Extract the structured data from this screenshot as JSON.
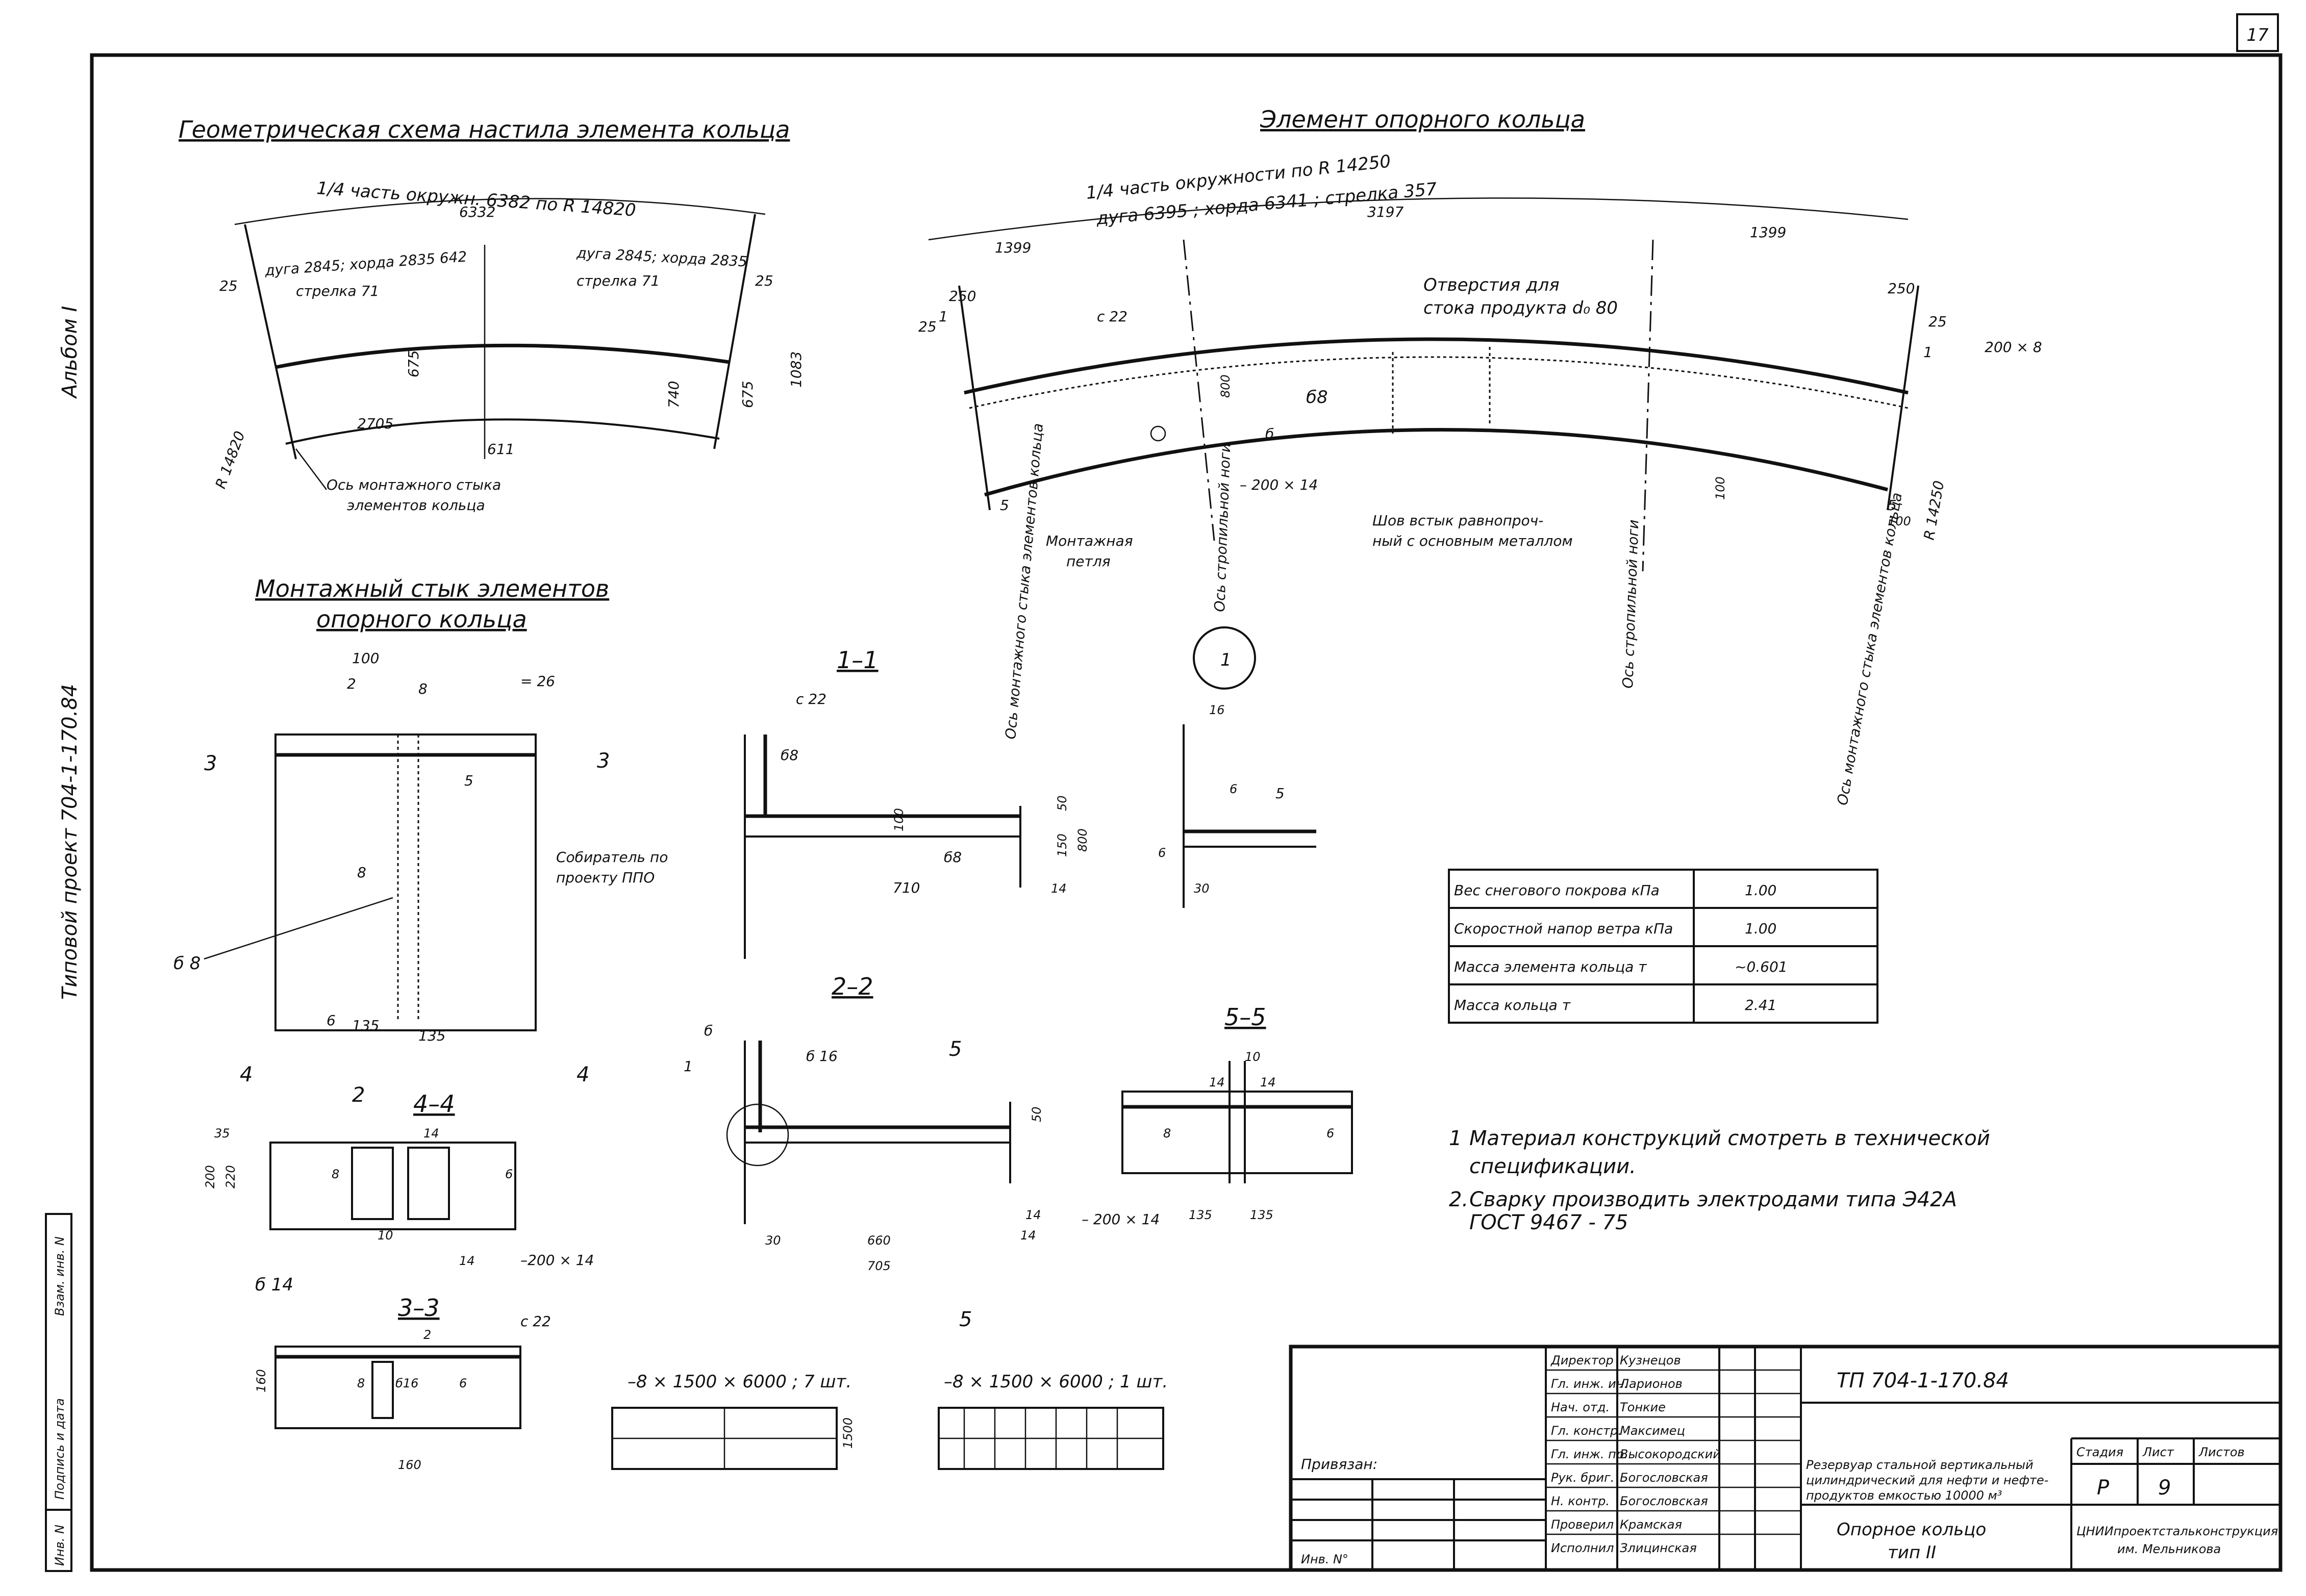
{
  "sheet_number": "17",
  "left_margin": {
    "album": "Альбом I",
    "project": "Типовой проект 704-1-170.84"
  },
  "left_strip": {
    "field_top": "Подпись и дата",
    "field_mid": "Взам. инв. N",
    "field_bottom": "Инв. N"
  },
  "geometric_scheme": {
    "title": "Геометрическая схема настила элемента кольца",
    "arc_label": "1/4 часть окружн. 6382 по R 14820",
    "dim_top": "6332",
    "arc_left": "дуга 2845; хорда 2835 642",
    "sag_left": "стрелка 71",
    "arc_right": "дуга 2845; хорда 2835",
    "sag_right": "стрелка 71",
    "dim_25_left": "25",
    "dim_25_right": "25",
    "dim_675_left": "675",
    "dim_740": "740",
    "dim_675_right": "675",
    "dim_1083": "1083",
    "dim_2705": "2705",
    "dim_611": "611",
    "radius": "R 14820",
    "axis_note_1": "Ось монтажного стыка",
    "axis_note_2": "элементов кольца"
  },
  "ring_element": {
    "title": "Элемент опорного кольца",
    "arc_label": "1/4 часть окружности по R 14250",
    "arc_values": "дуга 6395 ; хорда 6341 ;  стрелка 357",
    "dim_3197": "3197",
    "dim_1399_left": "1399",
    "dim_1399_right": "1399",
    "dim_250_left": "250",
    "dim_250_right": "250",
    "dim_25_left": "25",
    "dim_25_right": "25",
    "holes_1": "Отверстия для",
    "holes_2": "стока продукта d₀ 80",
    "c22": "с 22",
    "s8": "б8",
    "s6": "б",
    "plate_200x8": "200 × 8",
    "plate_200x14": "– 200 × 14",
    "dim_800": "800",
    "dim_100_a": "100",
    "dim_100_b": "100",
    "radius": "R 14250",
    "label_1": "1",
    "label_1b": "1",
    "label_5": "5",
    "label_5b": "5",
    "weld_1": "Шов встык равнопроч-",
    "weld_2": "ный с основным металлом",
    "loop_1": "Монтажная",
    "loop_2": "петля",
    "axis_mount_left": "Ось монтажного стыка элементов кольца",
    "axis_rafter_1": "Ось стропильной ноги",
    "axis_rafter_2": "Ось стропильной ноги",
    "axis_mount_right": "Ось монтажного стыка элементов кольца",
    "node_mark": "1"
  },
  "joint": {
    "title_1": "Монтажный стык элементов",
    "title_2": "опорного кольца",
    "dim_100": "100",
    "sec_2_top": "2",
    "sec_8": "8",
    "sec_3_left": "3",
    "sec_3_right": "3",
    "plate_26": "= 26",
    "label_5": "5",
    "weld_8": "8",
    "label_b8": "б 8",
    "dim_135_a": "135",
    "dim_135_b": "135",
    "sec_4_left": "4",
    "sec_4_right": "4",
    "sec_2_bottom": "2",
    "label_6": "6",
    "collector_1": "Собиратель по",
    "collector_2": "проекту ППО"
  },
  "section_11": {
    "title": "1–1",
    "c22": "с 22",
    "b8": "б8",
    "b8b": "б8",
    "dim_710": "710",
    "dim_100": "100",
    "dim_150": "150",
    "dim_800": "800",
    "dim_50": "50",
    "dim_14": "14"
  },
  "section_44": {
    "title": "4–4",
    "dim_14_top": "14",
    "dim_35": "35",
    "dim_200": "200",
    "dim_220": "220",
    "dim_10": "10",
    "dim_14_b": "14",
    "plate": "–200 × 14",
    "b14": "б 14",
    "w8": "8",
    "w6": "6"
  },
  "section_33": {
    "title": "3–3",
    "dim_2": "2",
    "c22": "с 22",
    "dim_160_v": "160",
    "dim_160_h": "160",
    "b16": "б16",
    "w8": "8",
    "w6": "6"
  },
  "section_22": {
    "title": "2–2",
    "b6": "б",
    "b16": "б 16",
    "label_1": "1",
    "label_5": "5",
    "label_5b": "5",
    "dim_30": "30",
    "dim_660": "660",
    "dim_705": "705",
    "dim_14_a": "14",
    "dim_14_b": "14",
    "dim_50": "50"
  },
  "node_1": {
    "dim_16": "16",
    "dim_6": "6",
    "dim_5": "5",
    "dim_6b": "6",
    "dim_30": "30"
  },
  "section_55": {
    "title": "5–5",
    "dim_10": "10",
    "dim_14_a": "14",
    "dim_14_b": "14",
    "dim_135_a": "135",
    "dim_135_b": "135",
    "plate": "– 200 × 14",
    "w8": "8",
    "w6": "6"
  },
  "load_table": {
    "rows": [
      {
        "label": "Вес снегового покрова кПа",
        "value": "1.00"
      },
      {
        "label": "Скоростной напор ветра кПа",
        "value": "1.00"
      },
      {
        "label": "Масса элемента кольца т",
        "value": "~0.601"
      },
      {
        "label": "Масса кольца т",
        "value": "2.41"
      }
    ]
  },
  "notes": [
    {
      "num": "1",
      "line1": "Материал конструкций смотреть в технической",
      "line2": "спецификации."
    },
    {
      "num": "2.",
      "line1": "Сварку производить электродами типа  Э42А",
      "line2": "ГОСТ  9467 - 75"
    }
  ],
  "cutting": {
    "left_label": "–8 × 1500 × 6000 ; 7 шт.",
    "right_label": "–8 × 1500 × 6000 ; 1 шт.",
    "dim_1500": "1500"
  },
  "title_block": {
    "doc_code": "ТП 704-1-170.84",
    "binding_label": "Привязан:",
    "inv_label": "Инв. N°",
    "staff": [
      {
        "role": "Директор",
        "name": "Кузнецов"
      },
      {
        "role": "Гл. инж. ин.",
        "name": "Ларионов"
      },
      {
        "role": "Нач. отд.",
        "name": "Тонкие"
      },
      {
        "role": "Гл. констр.",
        "name": "Максимец"
      },
      {
        "role": "Гл. инж. пр.",
        "name": "Высокородский"
      },
      {
        "role": "Рук. бриг.",
        "name": "Богословская"
      },
      {
        "role": "Н. контр.",
        "name": "Богословская"
      },
      {
        "role": "Проверил",
        "name": "Крамская"
      },
      {
        "role": "Исполнил",
        "name": "Злицинская"
      }
    ],
    "object_1": "Резервуар стальной вертикальный",
    "object_2": "цилиндрический для нефти и нефте-",
    "object_3": "продуктов емкостью  10000 м³",
    "sheet_title_1": "Опорное кольцо",
    "sheet_title_2": "тип II",
    "stage_h": "Стадия",
    "sheet_h": "Лист",
    "sheets_h": "Листов",
    "stage_v": "Р",
    "sheet_v": "9",
    "org_1": "ЦНИИпроектстальконструкция",
    "org_2": "им. Мельникова"
  }
}
